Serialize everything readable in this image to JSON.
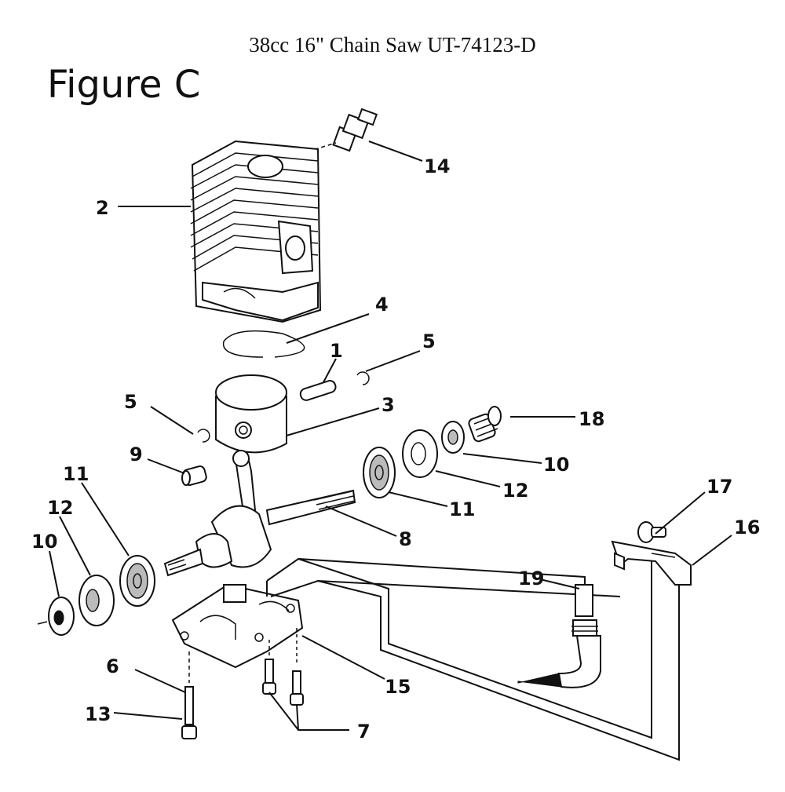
{
  "header": {
    "title": "38cc 16\" Chain Saw UT-74123-D",
    "figure_label": "Figure C"
  },
  "callouts": {
    "c1": "1",
    "c2": "2",
    "c3": "3",
    "c4": "4",
    "c5a": "5",
    "c5b": "5",
    "c6": "6",
    "c7": "7",
    "c8": "8",
    "c9": "9",
    "c10a": "10",
    "c10b": "10",
    "c11a": "11",
    "c11b": "11",
    "c12a": "12",
    "c12b": "12",
    "c13": "13",
    "c14": "14",
    "c15": "15",
    "c16": "16",
    "c17": "17",
    "c18": "18",
    "c19": "19"
  }
}
